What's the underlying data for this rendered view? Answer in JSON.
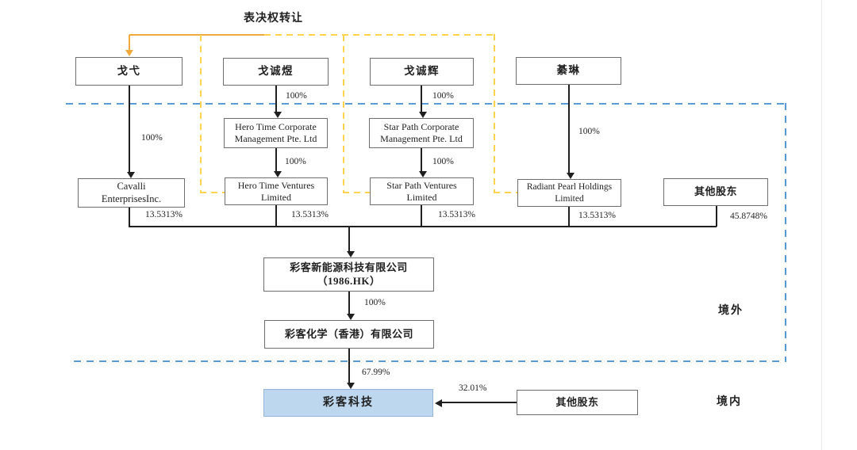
{
  "title": "表决权转让",
  "zones": {
    "offshore": "境外",
    "onshore": "境内"
  },
  "nodes": {
    "ge_yi": "戈弋",
    "ge_chengyu": "戈诚煜",
    "ge_chenghui": "戈诚辉",
    "qi_lin": "綦琳",
    "hero_time_mgmt": "Hero Time Corporate\nManagement Pte. Ltd",
    "star_path_mgmt": "Star Path Corporate\nManagement Pte. Ltd",
    "cavalli": "Cavalli\nEnterprisesInc.",
    "hero_time_ventures": "Hero Time Ventures\nLimited",
    "star_path_ventures": "Star Path Ventures\nLimited",
    "radiant_pearl": "Radiant Pearl Holdings\nLimited",
    "other_shareholders_offshore": "其他股东",
    "caike_new_energy": "彩客新能源科技有限公司\n（1986.HK）",
    "caike_chemical_hk": "彩客化学（香港）有限公司",
    "caike_tech": "彩客科技",
    "other_shareholders_onshore": "其他股东"
  },
  "pct": {
    "ge_yi_to_cavalli": "100%",
    "ge_chengyu_to_htcm": "100%",
    "ge_chenghui_to_spcm": "100%",
    "qi_lin_to_radiant": "100%",
    "htcm_to_htv": "100%",
    "spcm_to_spv": "100%",
    "cavalli_stake": "13.5313%",
    "htv_stake": "13.5313%",
    "spv_stake": "13.5313%",
    "radiant_stake": "13.5313%",
    "other_offshore_stake": "45.8748%",
    "cne_to_hk": "100%",
    "hk_to_caike_tech": "67.99%",
    "other_onshore_stake": "32.01%"
  },
  "colors": {
    "highlight_fill": "#BDD7EE",
    "boundary_blue": "#5B9BD5",
    "voting_dash_yellow": "#FFD34D",
    "voting_solid_orange": "#F2A93B"
  }
}
